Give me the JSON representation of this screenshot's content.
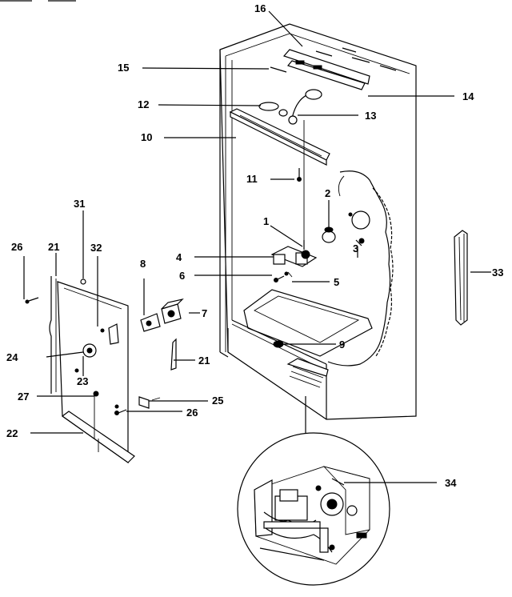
{
  "callouts": {
    "c1": "1",
    "c2": "2",
    "c3": "3",
    "c4": "4",
    "c5": "5",
    "c6": "6",
    "c7": "7",
    "c8": "8",
    "c9": "9",
    "c10": "10",
    "c11": "11",
    "c12": "12",
    "c13": "13",
    "c14": "14",
    "c15": "15",
    "c16": "16",
    "c21a": "21",
    "c21b": "21",
    "c22": "22",
    "c23": "23",
    "c24": "24",
    "c25": "25",
    "c26a": "26",
    "c26b": "26",
    "c27": "27",
    "c31": "31",
    "c32": "32",
    "c33": "33",
    "c34": "34"
  }
}
